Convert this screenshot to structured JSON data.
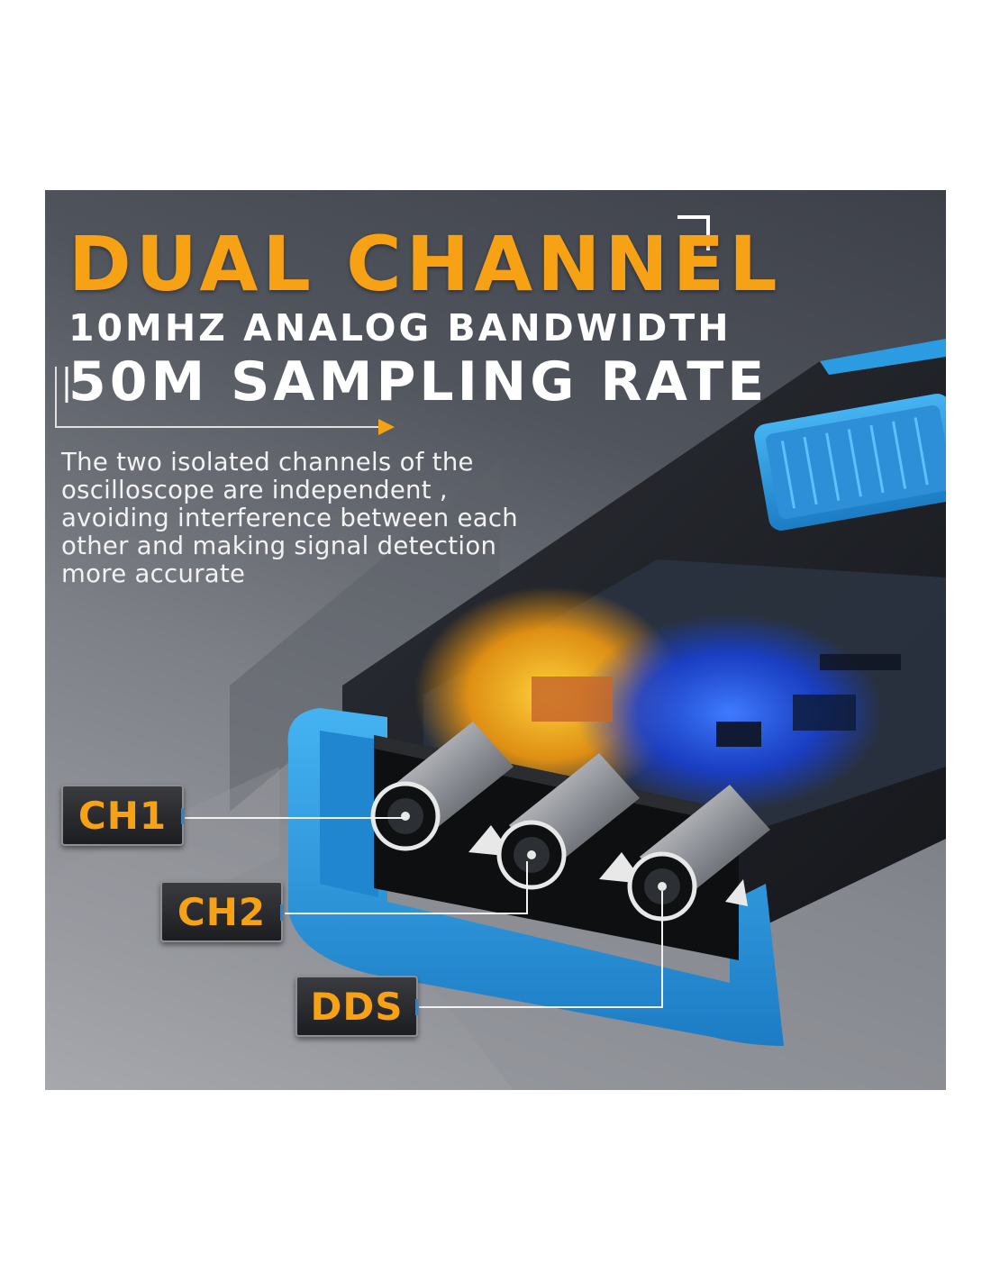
{
  "headline": "DUAL CHANNEL",
  "specs": {
    "bandwidth": "10MHZ ANALOG BANDWIDTH",
    "sampling": "50M SAMPLING RATE"
  },
  "description": "The two isolated channels of the oscilloscope are independent , avoiding interference between each other and making signal detection more accurate",
  "ports": [
    {
      "label": "CH1"
    },
    {
      "label": "CH2"
    },
    {
      "label": "DDS"
    }
  ],
  "colors": {
    "accent": "#f7a214",
    "device_blue": "#2e9be0",
    "text": "#ffffff"
  }
}
